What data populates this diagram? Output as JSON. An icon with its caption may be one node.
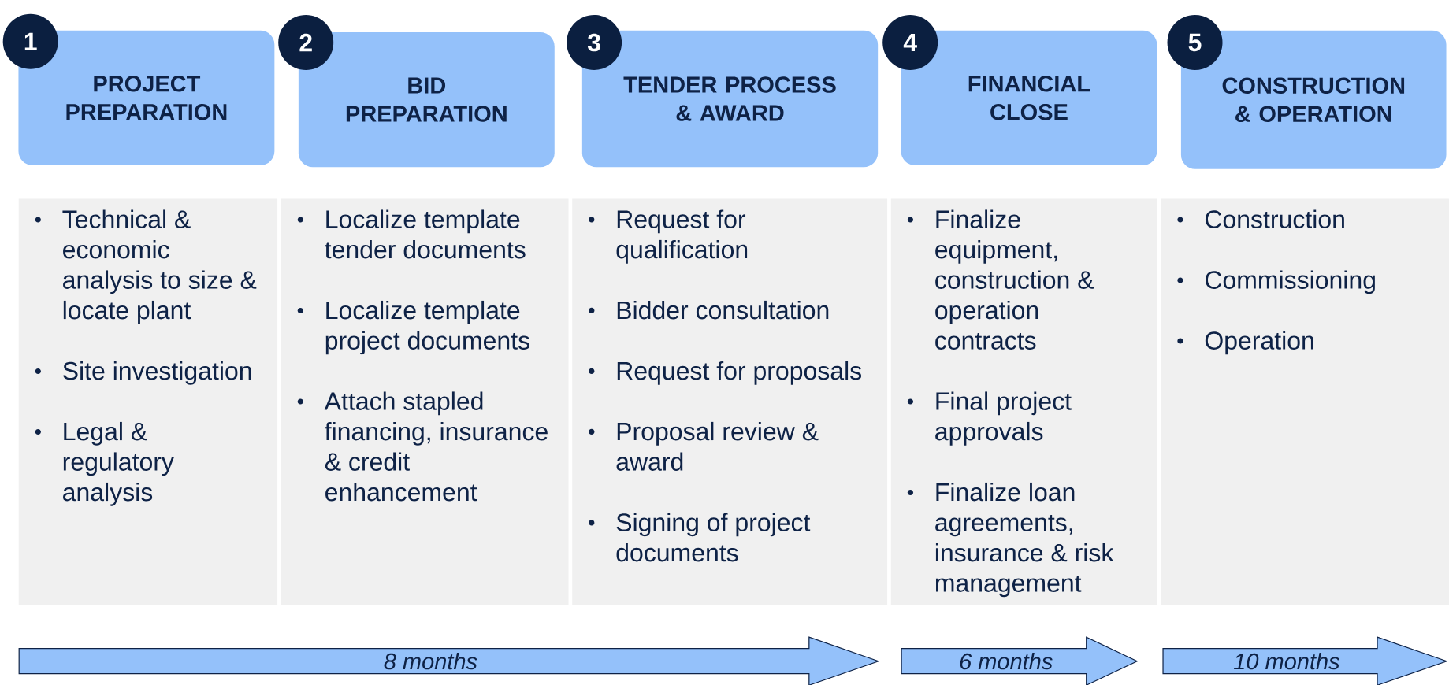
{
  "diagram": {
    "nodes": [
      {
        "text": [
          "1"
        ]
      },
      {
        "text": [
          "PROJECT PREPARATION"
        ]
      },
      {
        "text": [
          "Technical & economic analysis to size & locate plant",
          "Site investigation",
          "Legal & regulatory analysis"
        ]
      },
      {
        "text": [
          "2"
        ]
      },
      {
        "text": [
          "BID PREPARATION"
        ]
      },
      {
        "text": [
          "Localize template tender documents",
          "Localize template project documents",
          "Attach stapled financing, insurance & credit enhancement"
        ]
      },
      {
        "text": [
          "3"
        ]
      },
      {
        "text": [
          "TENDER PROCESS & AWARD"
        ]
      },
      {
        "text": [
          "Request for qualification",
          "Bidder consultation",
          "Request for proposals",
          "Proposal review & award",
          "Signing of project documents"
        ]
      },
      {
        "text": [
          "4"
        ]
      },
      {
        "text": [
          "FINANCIAL CLOSE"
        ]
      },
      {
        "text": [
          "Finalize equipment, construction & operation contracts",
          "Final project approvals",
          "Finalize loan agreements, insurance & risk management"
        ]
      },
      {
        "text": [
          "5"
        ]
      },
      {
        "text": [
          "CONSTRUCTION & OPERATION"
        ]
      },
      {
        "text": [
          "Construction",
          "Commissioning",
          "Operation"
        ]
      },
      {
        "text": [
          "8 months"
        ]
      },
      {
        "text": [
          "6 months"
        ]
      },
      {
        "text": [
          "10 months"
        ]
      }
    ]
  }
}
